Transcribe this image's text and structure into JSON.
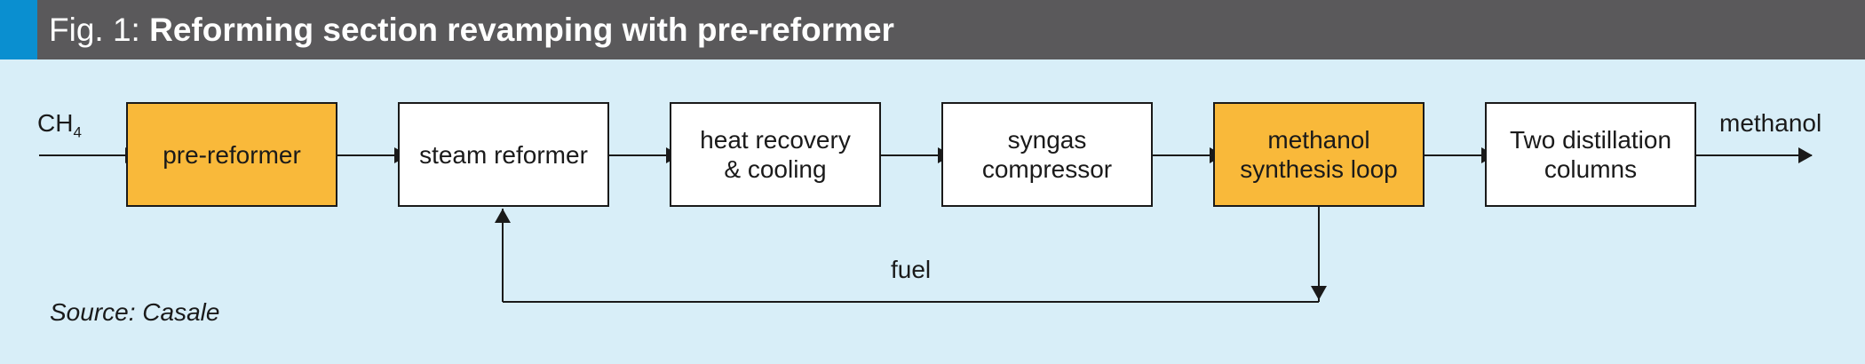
{
  "title": {
    "label": "Fig. 1:",
    "text": "Reforming section revamping with pre-reformer"
  },
  "nodes": {
    "input": {
      "main": "CH",
      "sub": "4"
    },
    "pre_reformer": "pre-reformer",
    "steam_reformer": "steam reformer",
    "heat_recovery": "heat recovery\n& cooling",
    "syngas_compressor": "syngas\ncompressor",
    "methanol_synthesis": "methanol\nsynthesis loop",
    "distillation": "Two distillation\ncolumns",
    "output": "methanol"
  },
  "edges": [
    {
      "from": "input",
      "to": "pre_reformer",
      "label": ""
    },
    {
      "from": "pre_reformer",
      "to": "steam_reformer",
      "label": ""
    },
    {
      "from": "steam_reformer",
      "to": "heat_recovery",
      "label": ""
    },
    {
      "from": "heat_recovery",
      "to": "syngas_compressor",
      "label": ""
    },
    {
      "from": "syngas_compressor",
      "to": "methanol_synthesis",
      "label": ""
    },
    {
      "from": "methanol_synthesis",
      "to": "distillation",
      "label": ""
    },
    {
      "from": "distillation",
      "to": "output",
      "label": ""
    },
    {
      "from": "methanol_synthesis",
      "to": "steam_reformer",
      "label": "fuel"
    }
  ],
  "fuel_label": "fuel",
  "source": "Source: Casale",
  "colors": {
    "background": "#d8eef8",
    "title_bar": "#5a595b",
    "title_accent": "#0a8fd0",
    "highlight_box": "#f9b93a",
    "plain_box": "#ffffff",
    "line": "#1a1a1a"
  }
}
